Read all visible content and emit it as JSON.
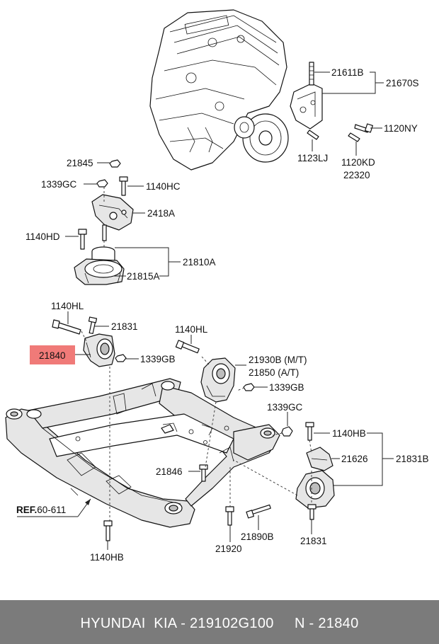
{
  "labels": {
    "l21611B": "21611B",
    "l21670S": "21670S",
    "l1120NY": "1120NY",
    "l1123LJ": "1123LJ",
    "l1120KD": "1120KD",
    "l22320": "22320",
    "l21845": "21845",
    "l1339GC_top": "1339GC",
    "l1140HC": "1140HC",
    "l2418A": "2418A",
    "l1140HD": "1140HD",
    "l21810A": "21810A",
    "l21815A": "21815A",
    "l1140HL_left": "1140HL",
    "l21831_top": "21831",
    "l21840": "21840",
    "l1339GB_left": "1339GB",
    "l1140HL_mid": "1140HL",
    "l21930B": "21930B (M/T)",
    "l21850": "21850 (A/T)",
    "l1339GB_right": "1339GB",
    "l1339GC_right": "1339GC",
    "l1140HB_right": "1140HB",
    "l21626": "21626",
    "l21831B": "21831B",
    "l21846": "21846",
    "l21890B": "21890B",
    "l21920": "21920",
    "l21831_bottom": "21831",
    "l1140HB_bottom": "1140HB",
    "ref_prefix": "REF.",
    "ref_value": "60-611"
  },
  "highlight": {
    "part": "21840",
    "color": "#f07a78"
  },
  "footer": {
    "text": "HYUNDAI  KIA - 219102G100     N - 21840",
    "background": "#7b7b7b"
  }
}
